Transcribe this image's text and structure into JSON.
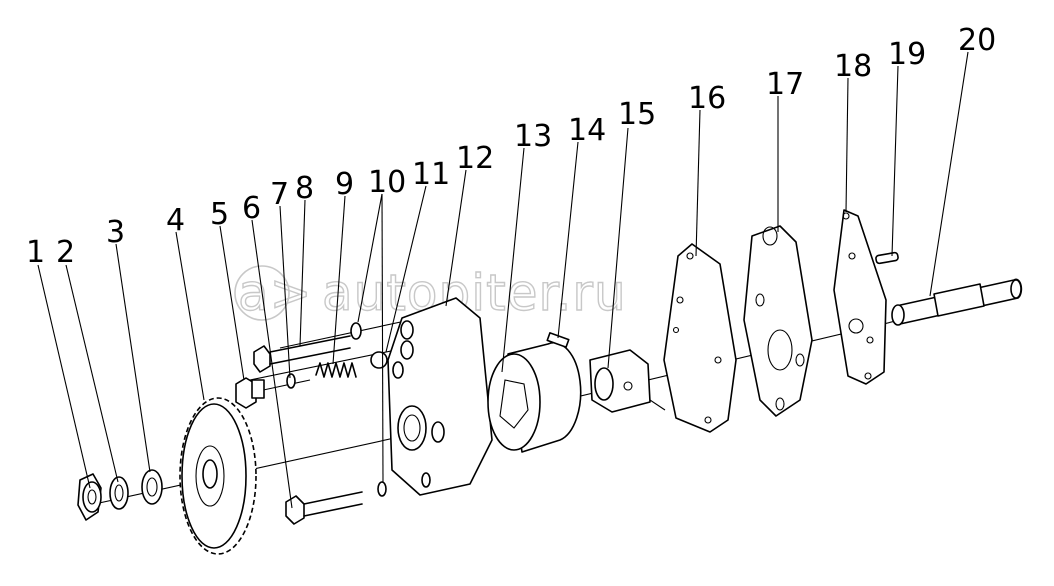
{
  "diagram": {
    "callouts": [
      "1",
      "2",
      "3",
      "4",
      "5",
      "6",
      "7",
      "8",
      "9",
      "10",
      "11",
      "12",
      "13",
      "14",
      "15",
      "16",
      "17",
      "18",
      "19",
      "20"
    ],
    "watermark": "autopiter.ru",
    "watermark_logo": "a>"
  }
}
